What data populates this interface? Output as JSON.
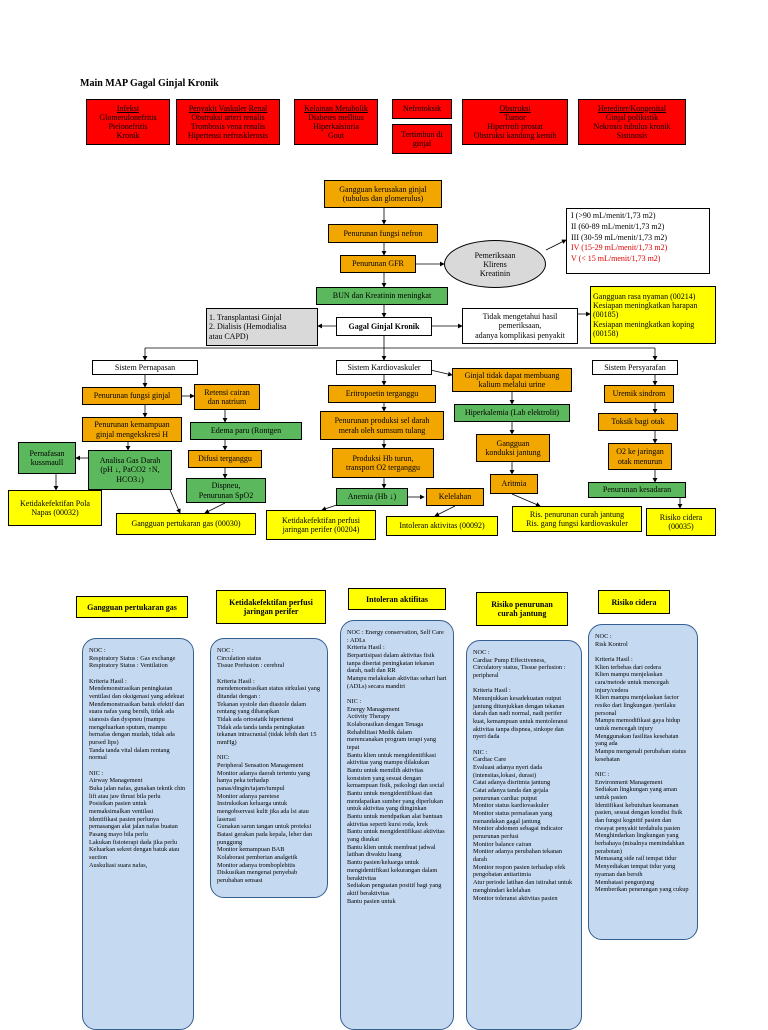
{
  "title": "Main MAP Gagal Ginjal Kronik",
  "causes": [
    {
      "head": "Infeksi",
      "body": "Glomerulonefritis\nPielonefritis\nKronik"
    },
    {
      "head": "Penyakit Vaskuler Renal",
      "body": "Obstruksi arteri renalis\nTrombosis vena renalis\nHipertensi nefrosklerosis"
    },
    {
      "head": "Kelainan Metabolik",
      "body": "Diabetes mellitus\nHiperkalsiuria\nGout"
    },
    {
      "head": "Nefrotoksik",
      "body": ""
    },
    {
      "head": "Tertimbun di ginjal",
      "body": ""
    },
    {
      "head": "Obstruksi",
      "body": "Tumor\nHipertrofi prostat\nObstruksi kandung kemih"
    },
    {
      "head": "Herediter/Kongenital",
      "body": "Ginjal polikistik\nNekrosis tubulus kronik\nSistinosis"
    }
  ],
  "flow": {
    "gangguan": "Gangguan kerusakan ginjal\n(tubulus dan glomerulus)",
    "penurunan_nefron": "Penurunan fungsi nefron",
    "penurunan_gfr": "Penurunan GFR",
    "bun": "BUN dan Kreatinin meningkat",
    "pemeriksaan": "Pemeriksaan\nKlirens\nKreatinin",
    "gagal": "Gagal Ginjal Kronik",
    "tidak_tahu": "Tidak mengetahui hasil\npemeriksaan,\nadanya komplikasi penyakit",
    "terapi": "1.  Transplantasi Ginjal\n2.  Dialisis (Hemodialisa\n     atau CAPD)"
  },
  "stages": [
    {
      "label": "I   (>90 mL/menit/1,73 m2)",
      "color": "#000000"
    },
    {
      "label": "II  (60-89 mL/menit/1,73 m2)",
      "color": "#000000"
    },
    {
      "label": "III (30-59 mL/menit/1,73 m2)",
      "color": "#000000"
    },
    {
      "label": "IV (15-29 mL/menit/1,73 m2)",
      "color": "#e00000"
    },
    {
      "label": "V   (< 15 mL/menit/1,73 m2)",
      "color": "#e00000"
    }
  ],
  "diagnoses_top": "Gangguan rasa nyaman (00214)\nKesiapan meningkatkan harapan\n(00185)\nKesiapan meningkatkan koping\n(00158)",
  "resp": {
    "sistem": "Sistem Pernapasan",
    "fungsi": "Penurunan fungsi ginjal",
    "retensi": "Retensi cairan\ndan natrium",
    "kemampuan": "Penurunan kemampuan\nginjal mengekskresi H",
    "edema": "Edema    paru    (Rontgen",
    "pernafasan": "Pernafasan\nkussmaull",
    "agd": "Analisa Gas Darah\n(pH ↓, PaCO2 ↑N,\nHCO3↓)",
    "difusi": "Difusi terganggu",
    "dispneu": "Dispneu,\nPenurunan SpO2",
    "pola": "Ketidakefektifan Pola\nNapas (00032)",
    "pertukaran": "Gangguan pertukaran gas (00030)"
  },
  "kardio": {
    "sistem": "Sistem Kardiovaskuler",
    "eritro": "Eritropoetin terganggu",
    "produksi": "Penurunan produksi sel darah\nmerah oleh sumsum tulang",
    "hb": "Produksi Hb turun,\ntransport O2 terganggu",
    "anemia": "Anemia (Hb ↓)",
    "kelelahan": "Kelelahan",
    "perfusi": "Ketidakefektifan perfusi\njaringan perifer (00204)",
    "intoleransi": "Intoleran aktivitas (00092)",
    "ginjal_buang": "Ginjal tidak dapat membuang\nkalium melalui urine",
    "hiperkalemia": "Hiperkalemia (Lab elektrolit)",
    "konduksi": "Gangguan\nkonduksi jantung",
    "aritmia": "Aritmia",
    "risiko_curah": "Ris. penurunan curah jantung\nRis. gang fungsi kardiovaskuler"
  },
  "saraf": {
    "sistem": "Sistem Persyarafan",
    "uremik": "Uremik sindrom",
    "toksik": "Toksik bagi otak",
    "o2": "O2 ke jaringan\notak menurun",
    "kesadaran": "Penurunan kesadaran",
    "cidera": "Risiko cidera\n(00035)"
  },
  "columns": [
    {
      "head": "Gangguan pertukaran gas",
      "body": "NOC :\nRespiratory Status : Gas exchange\nRespiratory Status : Ventilation\n\nKriteria Hasil :\nMendemonstrasikan peningkatan ventilasi dan oksigenasi yang adekuat\nMendemonstrasikan batuk efektif dan suara nafas yang bersih, tidak ada sianosis dan dyspneu (mampu mengeluarkan sputum, mampu bernafas dengan mudah, tidak ada pursed lips)\nTanda tanda vital dalam rentang normal\n\nNIC :\nAirway Management\nBuka jalan nafas, gunakan teknik chin lift atau jaw thrust bila perlu\nPosisikan pasien untuk memaksimalkan ventilasi\nIdentifikasi pasien perlunya pemasangan alat jalan nafas buatan\nPasang mayo bila perlu\nLakukan fisioterapi dada jika perlu\nKeluarkan sekret dengan batuk atau suction\nAuskultasi suara nafas,"
    },
    {
      "head": "Ketidakefektifan perfusi\njaringan perifer",
      "body": "NOC :\nCirculation status\nTissue Prefusion : cerebral\n\nKriteria Hasil :\nmendemonstrasikan status sirkulasi yang ditandai dengan :\nTekanan systole dan diastole dalam rentang yang diharapkan\nTidak ada ortostatik hipertensi\nTidak ada tanda tanda peningkatan tekanan intracranial (tidak lebih dari 15 mmHg)\n\nNIC:\nPeripheral Sensation Management\nMonitor adanya daerah tertentu yang hanya peka terhadap panas/dingin/tajam/tumpul\nMonitor adanya paretese\nInstruksikan keluarga untuk mengobservasi kulit jika ada lsi atau laserasi\nGunakan sarun tangan untuk proteksi\nBatasi gerakan pada kepala, leher dan punggung\nMonitor kemampuan BAB\nKolaborasi pemberian analgetik\nMonitor adanya tromboplebitis\nDiskusikan mengenai penyebab perubahan sensasi"
    },
    {
      "head": "Intoleran aktifitas",
      "body": "NOC : Energy conservation, Self Care : ADLs\nKriteria Hasil :\nBerpartisipasi dalam aktivitas fisik tanpa disertai peningkatan tekanan darah, nadi dan RR\nMampu melakukan aktivitas sehari hari (ADLs) secara mandiri\n\nNIC :\nEnergy Management\nActivity Therapy\nKolaborasikan dengan Tenaga Rehabilitasi Medik dalam merencanakan program terapi yang tepat\nBantu klien untuk mengidentifikasi aktivitas yang mampu dilakukan\nBantu untuk memilih aktivitas konsisten yang sesuai dengan kemampuan fisik, psikologi dan social\nBantu untuk mengidentifikasi dan mendapatkan sumber yang diperlukan untuk aktivitas yang diinginkan\nBantu untuk mendpatkan alat bantuan aktivitas seperti kursi roda, krek\nBantu untuk mengidentifikasi aktivitas yang disukai\nBantu klien untuk membuat jadwal latihan diwaktu luang\nBantu pasien/keluarga untuk mengidentifikasi kekurangan dalam beraktivitas\nSediakan penguatan positif bagi yang aktif beraktivitas\nBantu pasien untuk"
    },
    {
      "head": "Risiko penurunan\ncurah jantung",
      "body": "NOC :\nCardiac Pump Effectiveness, Circulatory status, Tissue perfusion : peripheral\n\nKriteria Hasil :\nMenunjukkan kesadekuatan output jantung ditunjukkan dengan tekanan darah dan nadi normal, nadi perifer kuat, kemampuan untuk mentoleransi aktivitas tanpa dispnea, sinkope dan nyeri dada\n\nNIC :\nCardiac Care\nEvaluasi adanya nyeri dada (intensitas,lokasi, durasi)\nCatat adanya disritmia jantung\nCatat adanya tanda dan gejala penurunan cardiac putput\nMonitor status kardiovaskuler\nMonitor status pernafasan yang menandakan gagal jantung\nMonitor abdomen sebagai indicator penurunan perfusi\nMonitor balance cairan\nMonitor adanya perubahan tekanan darah\nMonitor respon pasien terhadap efek pengobatan antiaritmia\nAtur periode latihan dan istirahat untuk menghindari kelelahan\nMonitor toleransi aktivitas pasien"
    },
    {
      "head": "Risiko cidera",
      "body": "NOC :\nRisk Kontrol\n\nKriteria Hasil :\nKlien terbebas dari cedera\nKlien mampu menjelaskan cara/metode untuk mencegah injury/cedera\nKlien mampu menjelaskan factor resiko dari lingkungan /perilaku personal\nMampu memodifikasi gaya hidup untuk mencegah injury\nMenggunakan fasilitas kesehatan yang ada\nMampu mengenali perubahan status kesehatan\n\nNIC :\nEnvironment Management\nSediakan lingkungan yang aman untuk pasien\nIdentifikasi kebutuhan keamanan pasien, sesuai dengan kondisi fisik dan fungsi kognitif pasien dan riwayat penyakit terdahulu pasien\nMenghindarkan lingkungan yang berbahaya (misalnya memindahkan perabotan)\nMemasang side rail tempat tidur\nMenyediakan tempat tidur yang nyaman dan bersih\nMembatasi pengunjung\nMemberikan penerangan yang cukup"
    }
  ]
}
